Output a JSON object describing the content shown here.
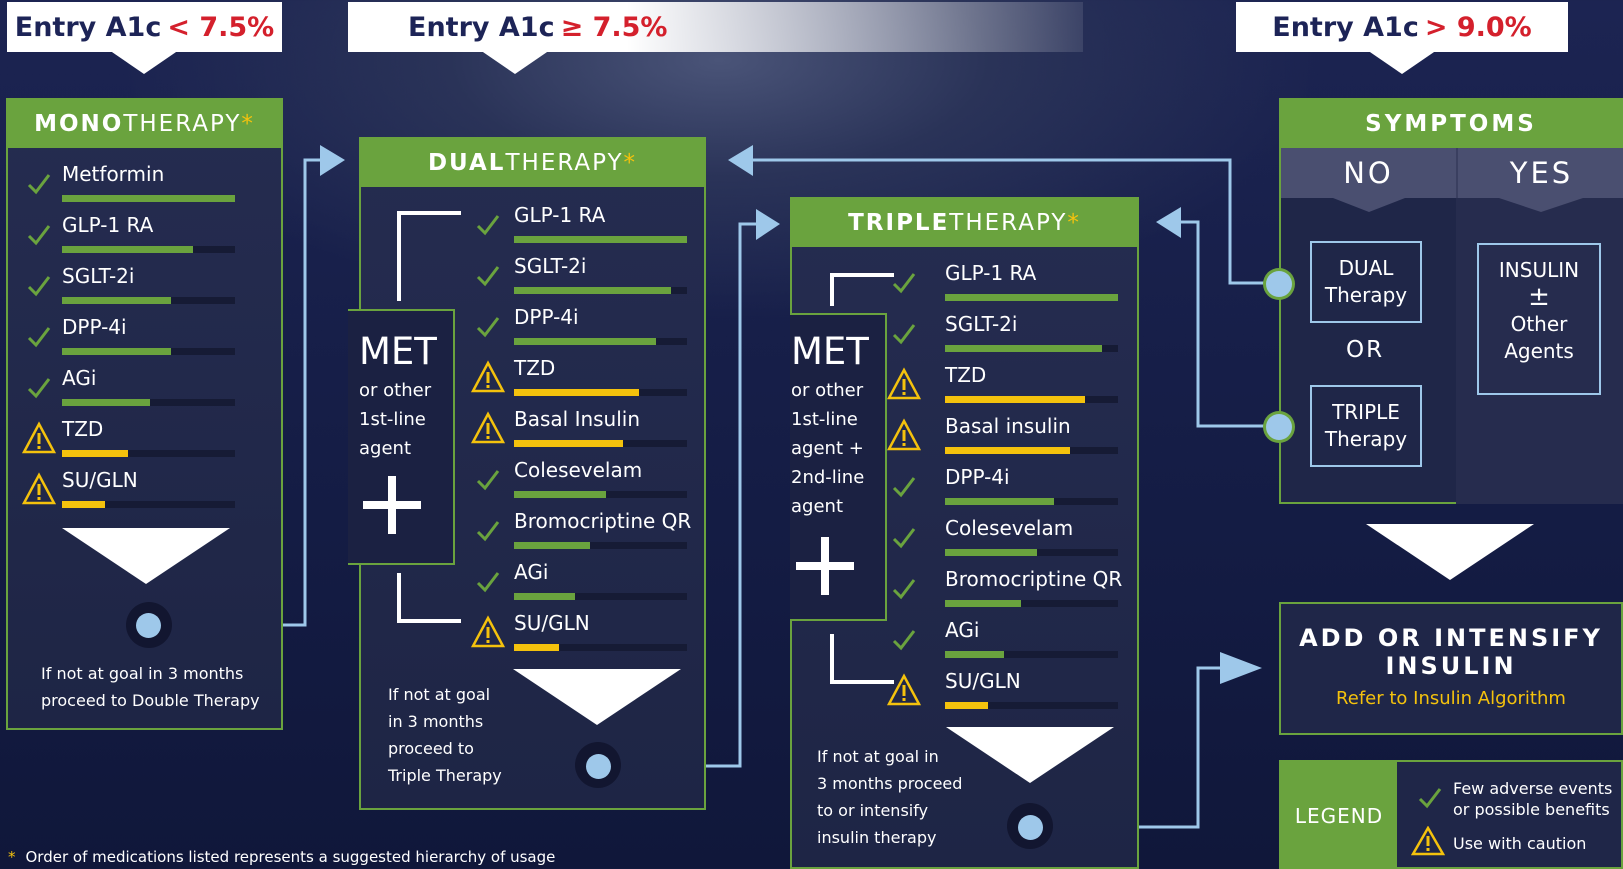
{
  "entries": [
    {
      "prefix": "Entry A1c",
      "threshold": "< 7.5%"
    },
    {
      "prefix": "Entry A1c",
      "threshold": "≥ 7.5%"
    },
    {
      "prefix": "Entry A1c",
      "threshold": "> 9.0%"
    }
  ],
  "mono": {
    "title_bold": "MONO",
    "title_rest": "THERAPY",
    "star": "*",
    "items": [
      {
        "label": "Metformin",
        "level": "ok",
        "fill": 1.0
      },
      {
        "label": "GLP-1 RA",
        "level": "ok",
        "fill": 0.76
      },
      {
        "label": "SGLT-2i",
        "level": "ok",
        "fill": 0.63
      },
      {
        "label": "DPP-4i",
        "level": "ok",
        "fill": 0.63
      },
      {
        "label": "AGi",
        "level": "ok",
        "fill": 0.51
      },
      {
        "label": "TZD",
        "level": "caution",
        "fill": 0.38
      },
      {
        "label": "SU/GLN",
        "level": "caution",
        "fill": 0.25
      }
    ],
    "note_line1": "If not at goal in 3 months",
    "note_line2": "proceed to Double Therapy"
  },
  "dual": {
    "title_bold": "DUAL",
    "title_rest": " THERAPY",
    "star": "*",
    "met": "MET",
    "met_sub": [
      "or other",
      "1st-line",
      "agent"
    ],
    "items": [
      {
        "label": "GLP-1 RA",
        "level": "ok",
        "fill": 1.0
      },
      {
        "label": "SGLT-2i",
        "level": "ok",
        "fill": 0.91
      },
      {
        "label": "DPP-4i",
        "level": "ok",
        "fill": 0.82
      },
      {
        "label": "TZD",
        "level": "caution",
        "fill": 0.72
      },
      {
        "label": "Basal Insulin",
        "level": "caution",
        "fill": 0.63
      },
      {
        "label": "Colesevelam",
        "level": "ok",
        "fill": 0.53
      },
      {
        "label": "Bromocriptine QR",
        "level": "ok",
        "fill": 0.44
      },
      {
        "label": "AGi",
        "level": "ok",
        "fill": 0.35
      },
      {
        "label": "SU/GLN",
        "level": "caution",
        "fill": 0.26
      }
    ],
    "note": [
      "If not at goal",
      "in 3 months",
      "proceed to",
      "Triple Therapy"
    ]
  },
  "triple": {
    "title_bold": "TRIPLE",
    "title_rest": " THERAPY",
    "star": "*",
    "met": "MET",
    "met_sub": [
      "or other",
      "1st-line",
      "agent +",
      "2nd-line",
      "agent"
    ],
    "items": [
      {
        "label": "GLP-1 RA",
        "level": "ok",
        "fill": 1.0
      },
      {
        "label": "SGLT-2i",
        "level": "ok",
        "fill": 0.91
      },
      {
        "label": "TZD",
        "level": "caution",
        "fill": 0.81
      },
      {
        "label": "Basal insulin",
        "level": "caution",
        "fill": 0.72
      },
      {
        "label": "DPP-4i",
        "level": "ok",
        "fill": 0.63
      },
      {
        "label": "Colesevelam",
        "level": "ok",
        "fill": 0.53
      },
      {
        "label": "Bromocriptine QR",
        "level": "ok",
        "fill": 0.44
      },
      {
        "label": "AGi",
        "level": "ok",
        "fill": 0.34
      },
      {
        "label": "SU/GLN",
        "level": "caution",
        "fill": 0.25
      }
    ],
    "note": [
      "If not at goal in",
      "3 months proceed",
      "to or intensify",
      "insulin therapy"
    ]
  },
  "symptoms": {
    "title": "SYMPTOMS",
    "no": "NO",
    "yes": "YES",
    "dual_l1": "DUAL",
    "dual_l2": "Therapy",
    "or": "OR",
    "triple_l1": "TRIPLE",
    "triple_l2": "Therapy",
    "insulin_l1": "INSULIN",
    "insulin_pm": "±",
    "insulin_l2": "Other",
    "insulin_l3": "Agents"
  },
  "intensify": {
    "line1": "ADD OR INTENSIFY",
    "line2": "INSULIN",
    "link": "Refer to Insulin Algorithm"
  },
  "legend": {
    "title": "LEGEND",
    "ok_l1": "Few adverse events",
    "ok_l2": "or possible benefits",
    "caution": "Use with caution"
  },
  "footnote": {
    "star": "*",
    "text": "Order of medications listed represents a suggested hierarchy of usage"
  },
  "colors": {
    "green": "#6aa33e",
    "yellow": "#f4c20d",
    "red": "#d4202c",
    "blue": "#9ec8ea",
    "navy": "#1d2457"
  },
  "icons": {
    "ok": "checkmark-icon",
    "caution": "warning-triangle-icon"
  }
}
